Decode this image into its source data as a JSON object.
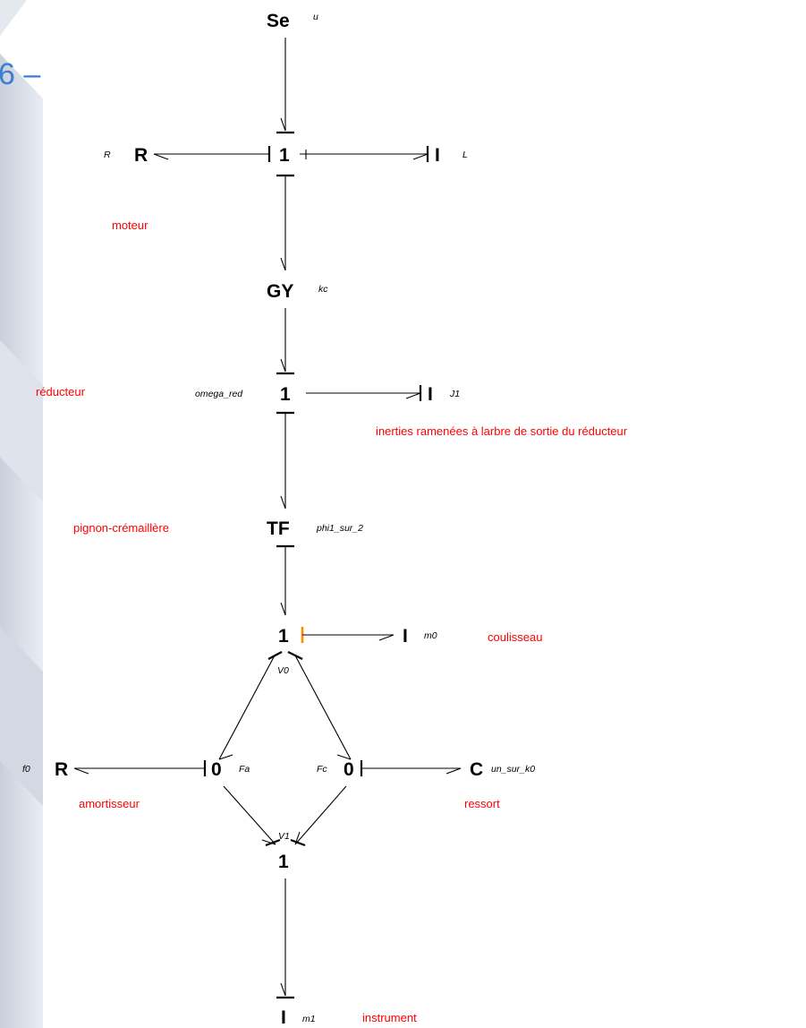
{
  "slide": {
    "title": "6 –"
  },
  "elements": {
    "se": "Se",
    "r_motor": "R",
    "junction1_motor": "1",
    "i_motor": "I",
    "gy": "GY",
    "junction1_red": "1",
    "i_red": "I",
    "tf": "TF",
    "junction1_slider": "1",
    "i_slider": "I",
    "r_damper": "R",
    "junction0_a": "0",
    "junction0_c": "0",
    "c_spring": "C",
    "junction1_instr": "1",
    "i_instr": "I"
  },
  "params": {
    "u": "u",
    "r_motor": "R",
    "l_motor": "L",
    "kc": "kc",
    "omega_red": "omega_red",
    "j1": "J1",
    "phi": "phi1_sur_2",
    "m0": "m0",
    "v0": "V0",
    "f0": "f0",
    "fa": "Fa",
    "fc": "Fc",
    "un_sur_k0": "un_sur_k0",
    "v1": "V1",
    "m1": "m1"
  },
  "annotations": {
    "moteur": "moteur",
    "reducteur": "réducteur",
    "inerties": "inerties ramenées à larbre de sortie du réducteur",
    "pignon": "pignon-crémaillère",
    "coulisseau": "coulisseau",
    "amortisseur": "amortisseur",
    "ressort": "ressort",
    "instrument": "instrument"
  },
  "colors": {
    "annotation": "#ff0000",
    "title": "#3a7fd0",
    "background_left": "#d6dce6",
    "highlight": "#ff8c00"
  }
}
